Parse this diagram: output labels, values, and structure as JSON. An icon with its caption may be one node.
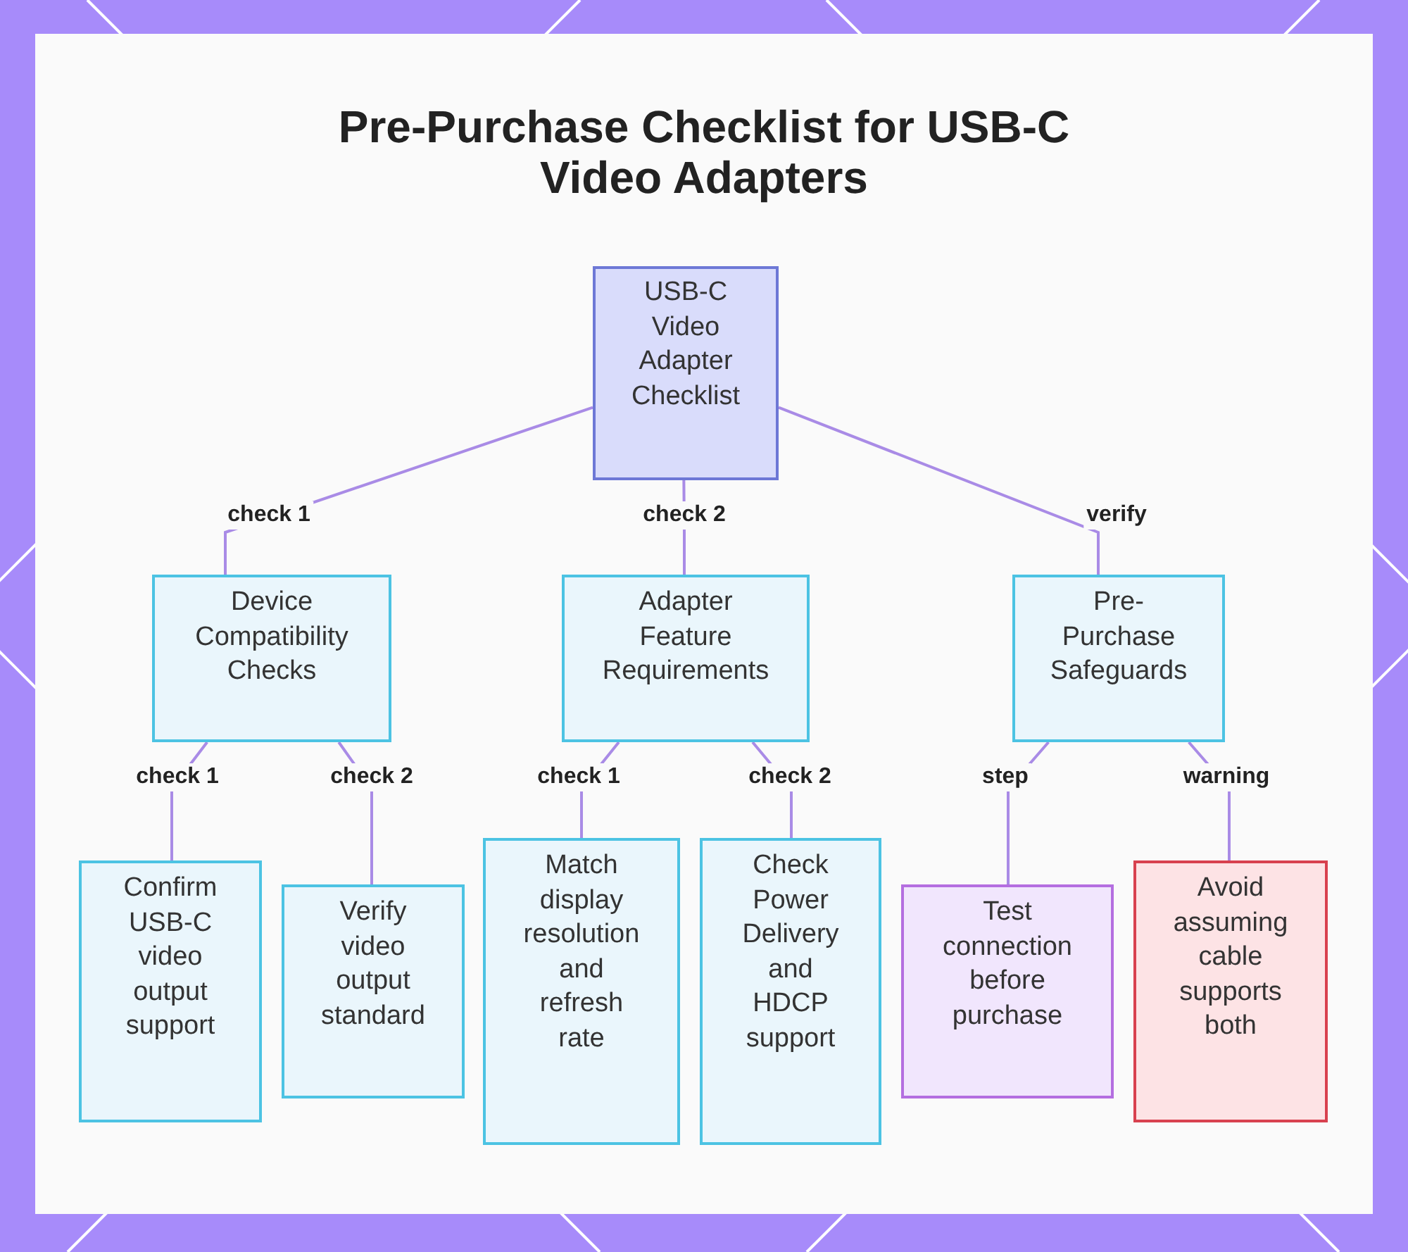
{
  "diagram": {
    "title": "Pre-Purchase Checklist for USB-C Video Adapters",
    "nodes": [
      {
        "text": [
          "USB-C Video Adapter Checklist"
        ]
      },
      {
        "text": [
          "Device Compatibility Checks"
        ]
      },
      {
        "text": [
          "Adapter Feature Requirements"
        ]
      },
      {
        "text": [
          "Pre-Purchase Safeguards"
        ]
      },
      {
        "text": [
          "Confirm USB-C video output support"
        ]
      },
      {
        "text": [
          "Verify video output standard"
        ]
      },
      {
        "text": [
          "Match display resolution and refresh rate"
        ]
      },
      {
        "text": [
          "Check Power Delivery and HDCP support"
        ]
      },
      {
        "text": [
          "Test connection before purchase"
        ]
      },
      {
        "text": [
          "Avoid assuming cable supports both"
        ]
      }
    ],
    "edges": [
      {
        "from": 0,
        "to": 1,
        "label": "check 1",
        "arrow": "none"
      },
      {
        "from": 0,
        "to": 2,
        "label": "check 2",
        "arrow": "none"
      },
      {
        "from": 0,
        "to": 3,
        "label": "verify",
        "arrow": "none"
      },
      {
        "from": 1,
        "to": 4,
        "label": "check 1",
        "arrow": "none"
      },
      {
        "from": 1,
        "to": 5,
        "label": "check 2",
        "arrow": "none"
      },
      {
        "from": 2,
        "to": 6,
        "label": "check 1",
        "arrow": "none"
      },
      {
        "from": 2,
        "to": 7,
        "label": "check 2",
        "arrow": "none"
      },
      {
        "from": 3,
        "to": 8,
        "label": "step",
        "arrow": "none"
      },
      {
        "from": 3,
        "to": 9,
        "label": "warning",
        "arrow": "none"
      }
    ]
  }
}
